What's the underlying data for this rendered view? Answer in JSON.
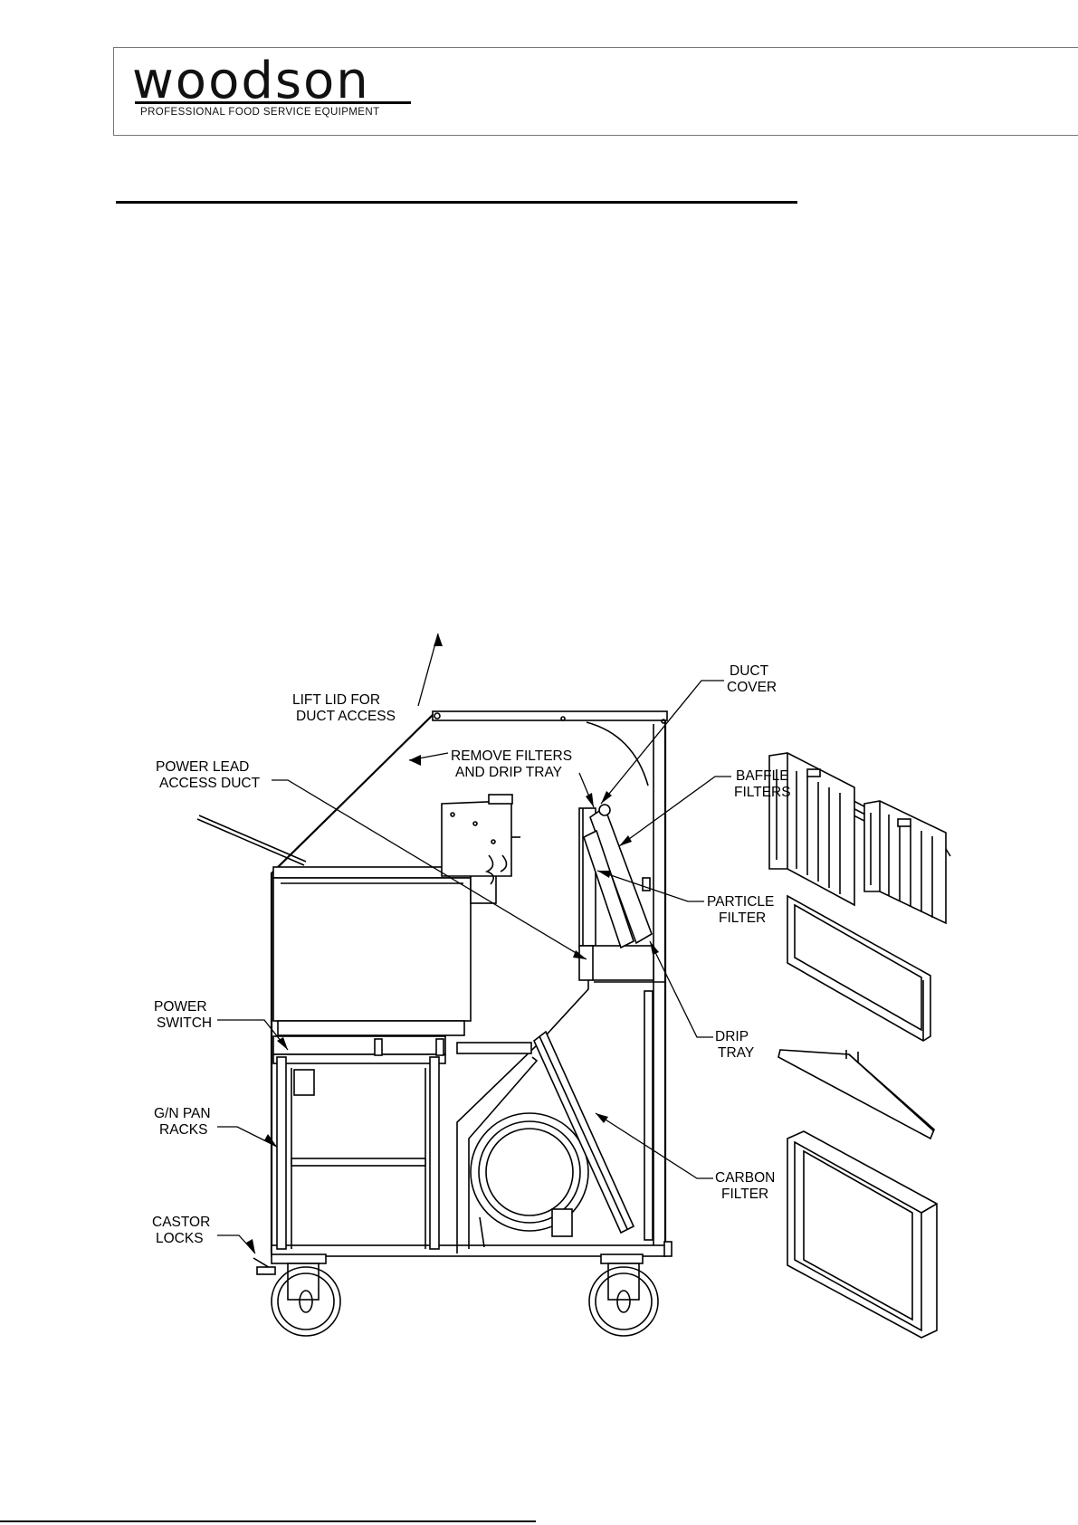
{
  "header": {
    "logo_text": "woodson",
    "tagline": "PROFESSIONAL FOOD SERVICE EQUIPMENT"
  },
  "callouts": {
    "lift_lid": [
      "LIFT LID FOR",
      "DUCT ACCESS"
    ],
    "remove_filters": [
      "REMOVE FILTERS",
      "AND DRIP TRAY"
    ],
    "power_lead": [
      "POWER LEAD",
      "ACCESS DUCT"
    ],
    "power_switch": [
      "POWER",
      "SWITCH"
    ],
    "gn_pan_racks": [
      "G/N PAN",
      "RACKS"
    ],
    "castor_locks": [
      "CASTOR",
      "LOCKS"
    ],
    "duct_cover": [
      "DUCT",
      "COVER"
    ],
    "baffle_filters": [
      "BAFFLE",
      "FILTERS"
    ],
    "particle_filter": [
      "PARTICLE",
      "FILTER"
    ],
    "drip_tray": [
      "DRIP",
      "TRAY"
    ],
    "carbon_filter": [
      "CARBON",
      "FILTER"
    ]
  }
}
